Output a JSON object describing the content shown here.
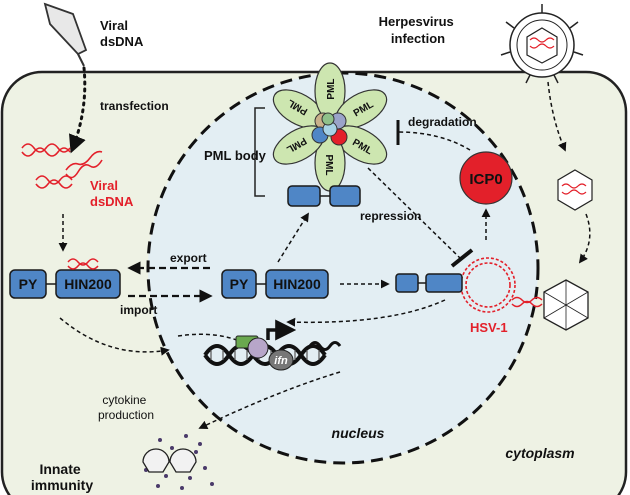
{
  "labels": {
    "viral_dsdna_top": [
      "Viral",
      "dsDNA"
    ],
    "transfection": "transfection",
    "viral_dsdna_red": [
      "Viral",
      "dsDNA"
    ],
    "herpesvirus": [
      "Herpesvirus",
      "infection"
    ],
    "degradation": "degradation",
    "pml_body": "PML body",
    "icp0": "ICP0",
    "repression": "repression",
    "export": "export",
    "import": "import",
    "hsv1": "HSV-1",
    "cytokine": [
      "cytokine",
      "production"
    ],
    "innate": [
      "Innate",
      "immunity"
    ],
    "nucleus": "nucleus",
    "cytoplasm": "cytoplasm",
    "ifn": "ifn"
  },
  "pml_petal_label": "PML",
  "domains": {
    "py": "PY",
    "hin200": "HIN200"
  },
  "colors": {
    "red": "#e3202a",
    "domain_blue": "#4f86c6",
    "petal_green": "#cde6b0",
    "cell_fill": "#eef2e4",
    "nucleus_fill": "#e3eef3"
  }
}
